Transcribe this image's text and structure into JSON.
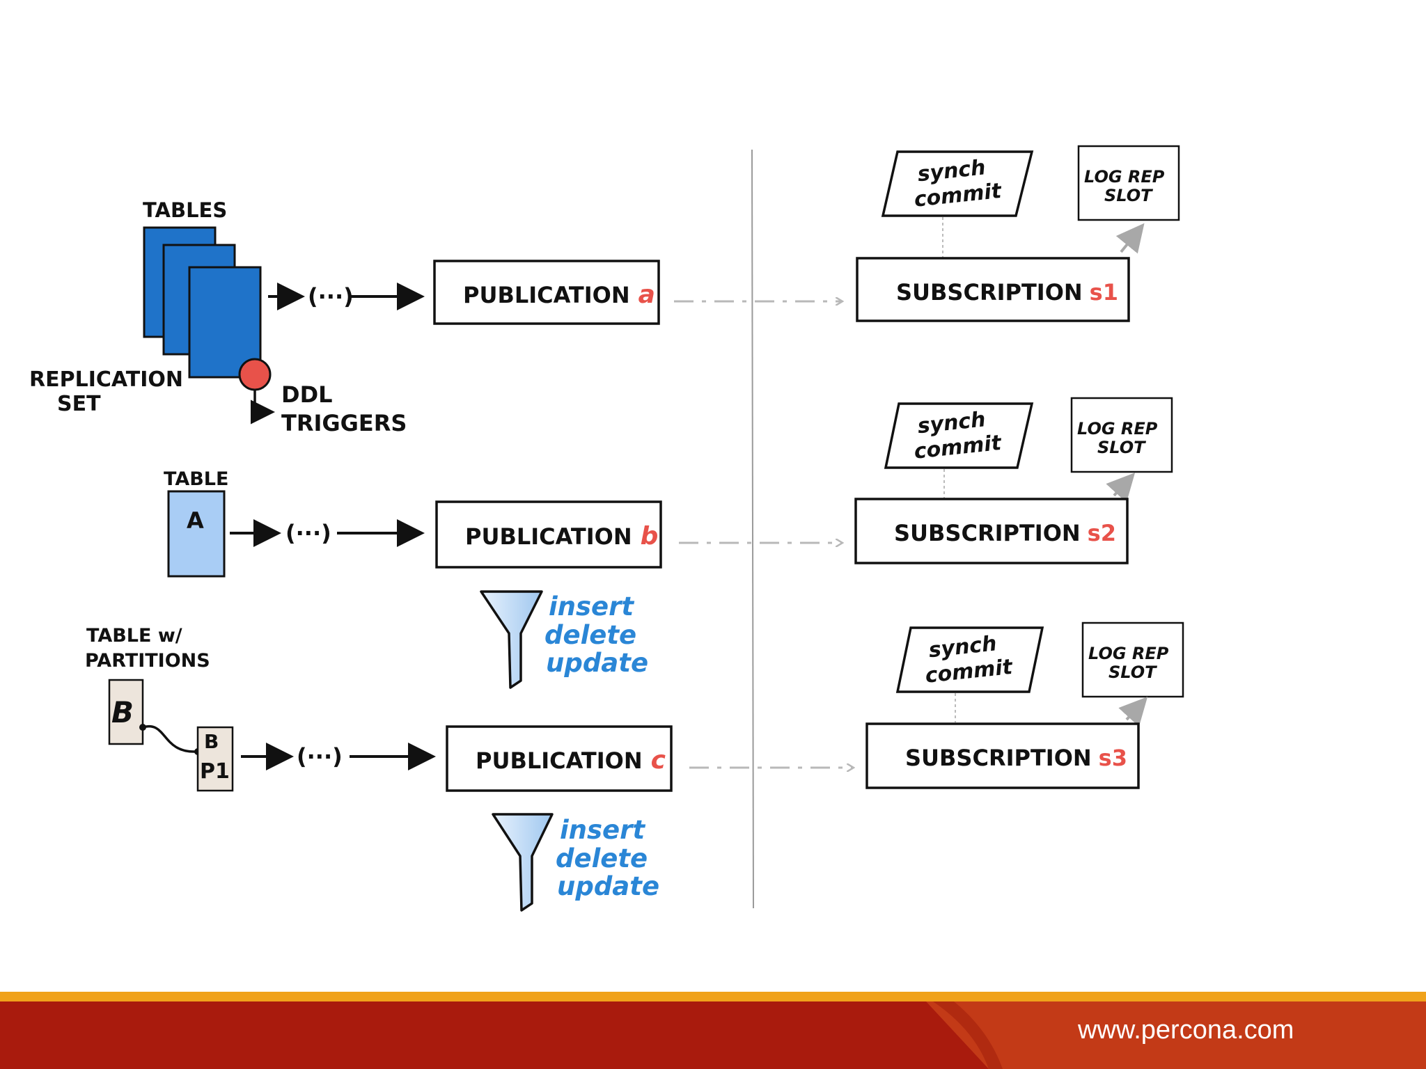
{
  "left": {
    "tables_label": "TABLES",
    "replication_set_line1": "REPLICATION",
    "replication_set_line2": "SET",
    "ddl_line1": "DDL",
    "ddl_line2": "TRIGGERS",
    "table_label": "TABLE",
    "table_a": "A",
    "partitions_line1": "TABLE w/",
    "partitions_line2": "PARTITIONS",
    "table_b": "B",
    "partition_b": "B",
    "partition_p1": "P1",
    "ellipsis": "(···)"
  },
  "publications": [
    {
      "label": "PUBLICATION",
      "suffix": "a"
    },
    {
      "label": "PUBLICATION",
      "suffix": "b"
    },
    {
      "label": "PUBLICATION",
      "suffix": "c"
    }
  ],
  "filter": {
    "line1": "insert",
    "line2": "delete",
    "line3": "update"
  },
  "subscriptions": [
    {
      "label": "SUBSCRIPTION",
      "suffix": "s1"
    },
    {
      "label": "SUBSCRIPTION",
      "suffix": "s2"
    },
    {
      "label": "SUBSCRIPTION",
      "suffix": "s3"
    }
  ],
  "synch": {
    "line1": "synch",
    "line2": "commit"
  },
  "slot": {
    "line1": "LOG REP",
    "line2": "SLOT"
  },
  "footer": {
    "url": "www.percona.com"
  },
  "colors": {
    "table_blue": "#1f73c9",
    "table_light": "#a9cdf5",
    "accent_red": "#e8524a",
    "filter_blue": "#2a86d6",
    "footer_red": "#a91b0d",
    "footer_orange": "#f0a21b"
  }
}
